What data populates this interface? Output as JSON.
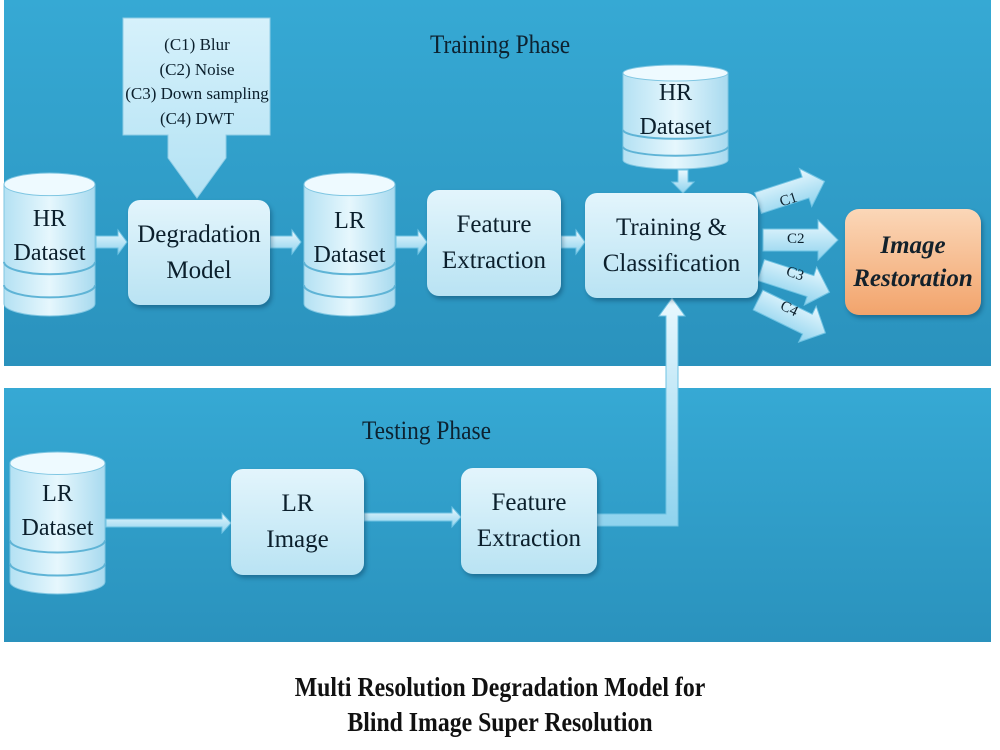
{
  "training_phase": {
    "title": "Training Phase",
    "hr_dataset_top": [
      "HR",
      "Dataset"
    ],
    "hr_dataset_left": [
      "HR",
      "Dataset"
    ],
    "degradation_types": [
      "(C1) Blur",
      "(C2) Noise",
      "(C3) Down sampling",
      "(C4) DWT"
    ],
    "degradation_model": [
      "Degradation",
      "Model"
    ],
    "lr_dataset": [
      "LR",
      "Dataset"
    ],
    "feature_extraction": [
      "Feature",
      "Extraction"
    ],
    "training_classification": [
      "Training &",
      "Classification"
    ],
    "classes": [
      "C1",
      "C2",
      "C3",
      "C4"
    ],
    "image_restoration": [
      "Image",
      "Restoration"
    ]
  },
  "testing_phase": {
    "title": "Testing Phase",
    "lr_dataset": [
      "LR",
      "Dataset"
    ],
    "lr_image": [
      "LR",
      "Image"
    ],
    "feature_extraction": [
      "Feature",
      "Extraction"
    ]
  },
  "caption": [
    "Multi Resolution Degradation Model for",
    "Blind Image Super Resolution"
  ],
  "colors": {
    "panel": "#2fa0cb",
    "box": "#cdeef9",
    "restoration_box": "#f5b27c",
    "arrow": "#bde8f7"
  }
}
